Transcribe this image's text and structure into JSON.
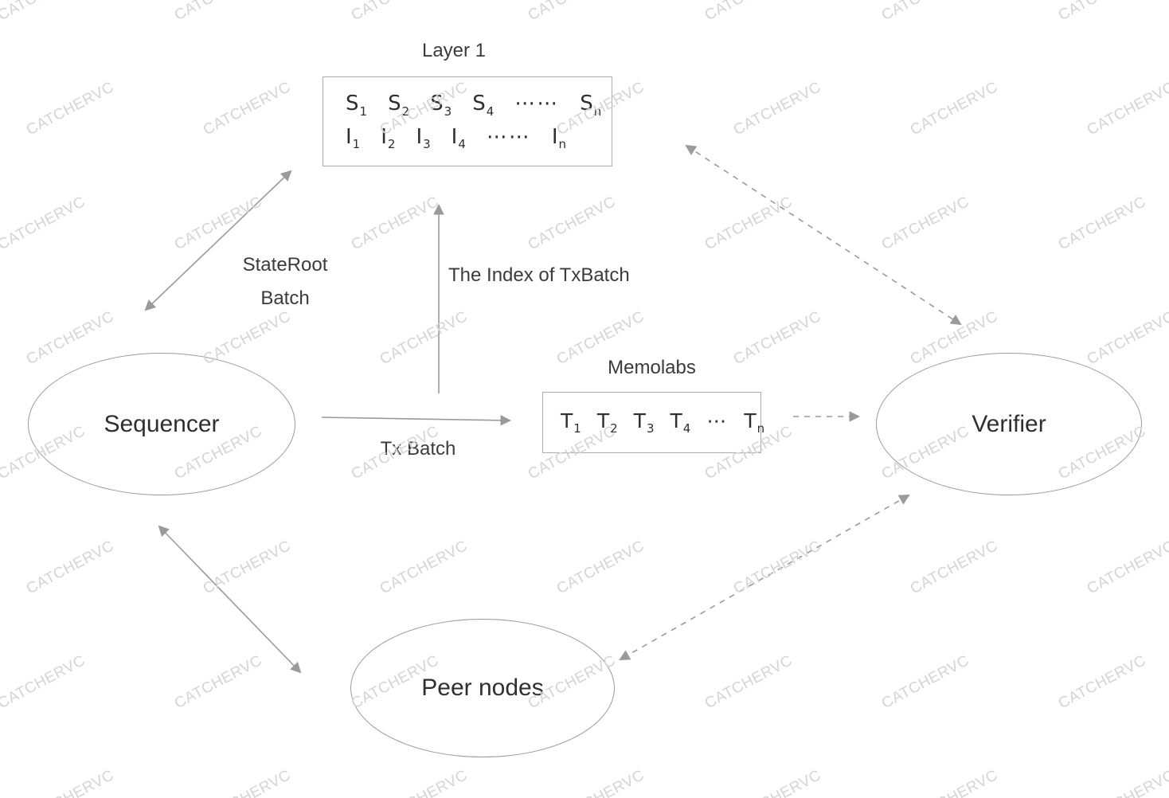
{
  "nodes": {
    "sequencer": {
      "label": "Sequencer"
    },
    "verifier": {
      "label": "Verifier"
    },
    "peer_nodes": {
      "label": "Peer nodes"
    }
  },
  "layer1": {
    "label": "Layer 1",
    "row_s": [
      {
        "b": "S",
        "s": "1"
      },
      {
        "b": "S",
        "s": "2"
      },
      {
        "b": "S",
        "s": "3"
      },
      {
        "b": "S",
        "s": "4"
      },
      {
        "b": "⋯⋯",
        "s": ""
      },
      {
        "b": "S",
        "s": "n"
      }
    ],
    "row_i": [
      {
        "b": "I",
        "s": "1"
      },
      {
        "b": "I",
        "s": "2"
      },
      {
        "b": "I",
        "s": "3"
      },
      {
        "b": "I",
        "s": "4"
      },
      {
        "b": "⋯⋯",
        "s": ""
      },
      {
        "b": "I",
        "s": "n"
      }
    ]
  },
  "memolabs": {
    "label": "Memolabs",
    "row_t": [
      {
        "b": "T",
        "s": "1"
      },
      {
        "b": "T",
        "s": "2"
      },
      {
        "b": "T",
        "s": "3"
      },
      {
        "b": "T",
        "s": "4"
      },
      {
        "b": "⋯",
        "s": ""
      },
      {
        "b": "T",
        "s": "n"
      }
    ]
  },
  "edge_labels": {
    "stateroot_line1": "StateRoot",
    "stateroot_line2": "Batch",
    "index_of_txbatch": "The Index of TxBatch",
    "tx_batch": "Tx Batch"
  },
  "watermark": {
    "text": "CATCHERVC"
  },
  "colors": {
    "line": "#9a9a9a",
    "border": "#9b9b9b",
    "text": "#3b3b3b",
    "watermark": "#d4d4d4"
  }
}
